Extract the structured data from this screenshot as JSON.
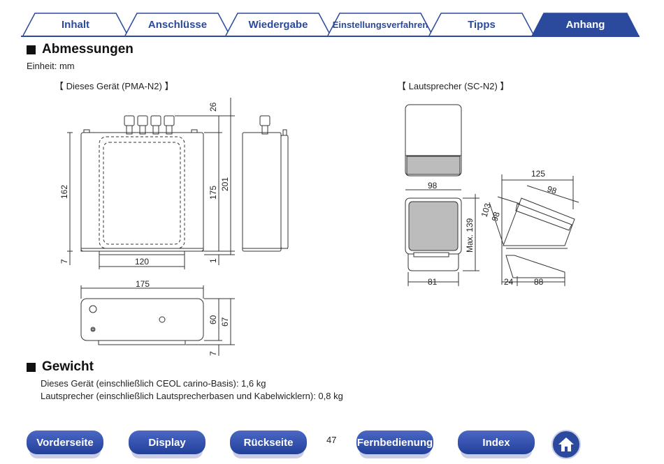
{
  "tabs": [
    {
      "label": "Inhalt",
      "active": false
    },
    {
      "label": "Anschlüsse",
      "active": false
    },
    {
      "label": "Wiedergabe",
      "active": false
    },
    {
      "label": "Einstellungsverfahren",
      "active": false
    },
    {
      "label": "Tipps",
      "active": false
    },
    {
      "label": "Anhang",
      "active": true
    }
  ],
  "dimensions": {
    "title": "Abmessungen",
    "unit": "Einheit: mm",
    "device_caption": "【 Dieses Gerät (PMA-N2) 】",
    "speaker_caption": "【 Lautsprecher (SC-N2) 】",
    "device_labels": {
      "top_offset": "26",
      "total_height": "201",
      "body_height": "175",
      "left_height": "162",
      "foot": "7",
      "bottom_offset": "1",
      "width_inner": "120",
      "top_width": "175",
      "depth_60": "60",
      "depth_67": "67",
      "foot_7": "7"
    },
    "speaker_labels": {
      "width": "98",
      "max_height": "Max. 139",
      "base_width": "81",
      "side_125": "125",
      "side_98a": "98",
      "side_103": "103",
      "side_98b": "98",
      "base_24": "24",
      "base_88": "88"
    }
  },
  "weight": {
    "title": "Gewicht",
    "lines": [
      "Dieses Gerät (einschließlich CEOL carino-Basis): 1,6 kg",
      "Lautsprecher (einschließlich Lautsprecherbasen und Kabelwicklern): 0,8 kg"
    ]
  },
  "footer": {
    "buttons": [
      "Vorderseite",
      "Display",
      "Rückseite",
      "Fernbedienung",
      "Index"
    ],
    "page_number": "47",
    "home_icon": "home-icon",
    "accent": "#2b4a9e"
  }
}
